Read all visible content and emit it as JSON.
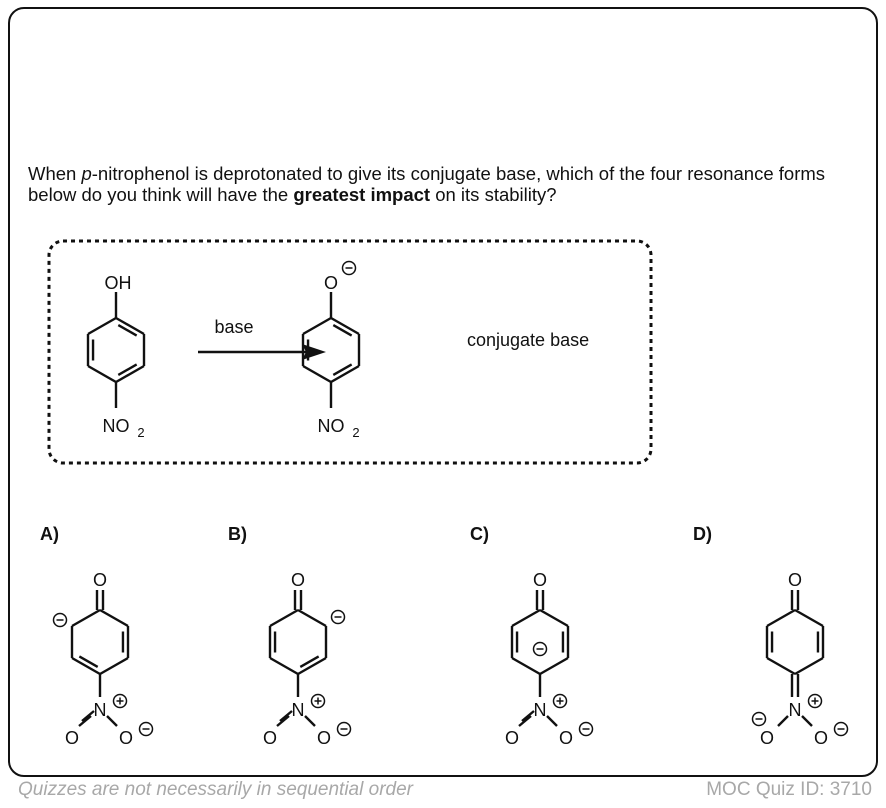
{
  "question": {
    "part1": "When ",
    "italic": "p",
    "part2": "-nitrophenol is deprotonated to give its conjugate base, which of the four resonance forms below do you think will have the ",
    "bold": "greatest impact",
    "part3": " on its stability?"
  },
  "reaction": {
    "reactant_top": "OH",
    "reactant_bottom": "NO",
    "product_top": "O",
    "product_bottom": "NO",
    "subscript": "2",
    "arrow_label": "base",
    "product_label": "conjugate base"
  },
  "options": [
    {
      "label": "A)",
      "carbonyl_o": "O",
      "n": "N",
      "o_left": "O",
      "o_right": "O"
    },
    {
      "label": "B)",
      "carbonyl_o": "O",
      "n": "N",
      "o_left": "O",
      "o_right": "O"
    },
    {
      "label": "C)",
      "carbonyl_o": "O",
      "n": "N",
      "o_left": "O",
      "o_right": "O"
    },
    {
      "label": "D)",
      "carbonyl_o": "O",
      "n": "N",
      "o_left": "O",
      "o_right": "O"
    }
  ],
  "footer": {
    "left": "Quizzes are not necessarily in sequential order",
    "right": "MOC Quiz ID: 3710"
  }
}
